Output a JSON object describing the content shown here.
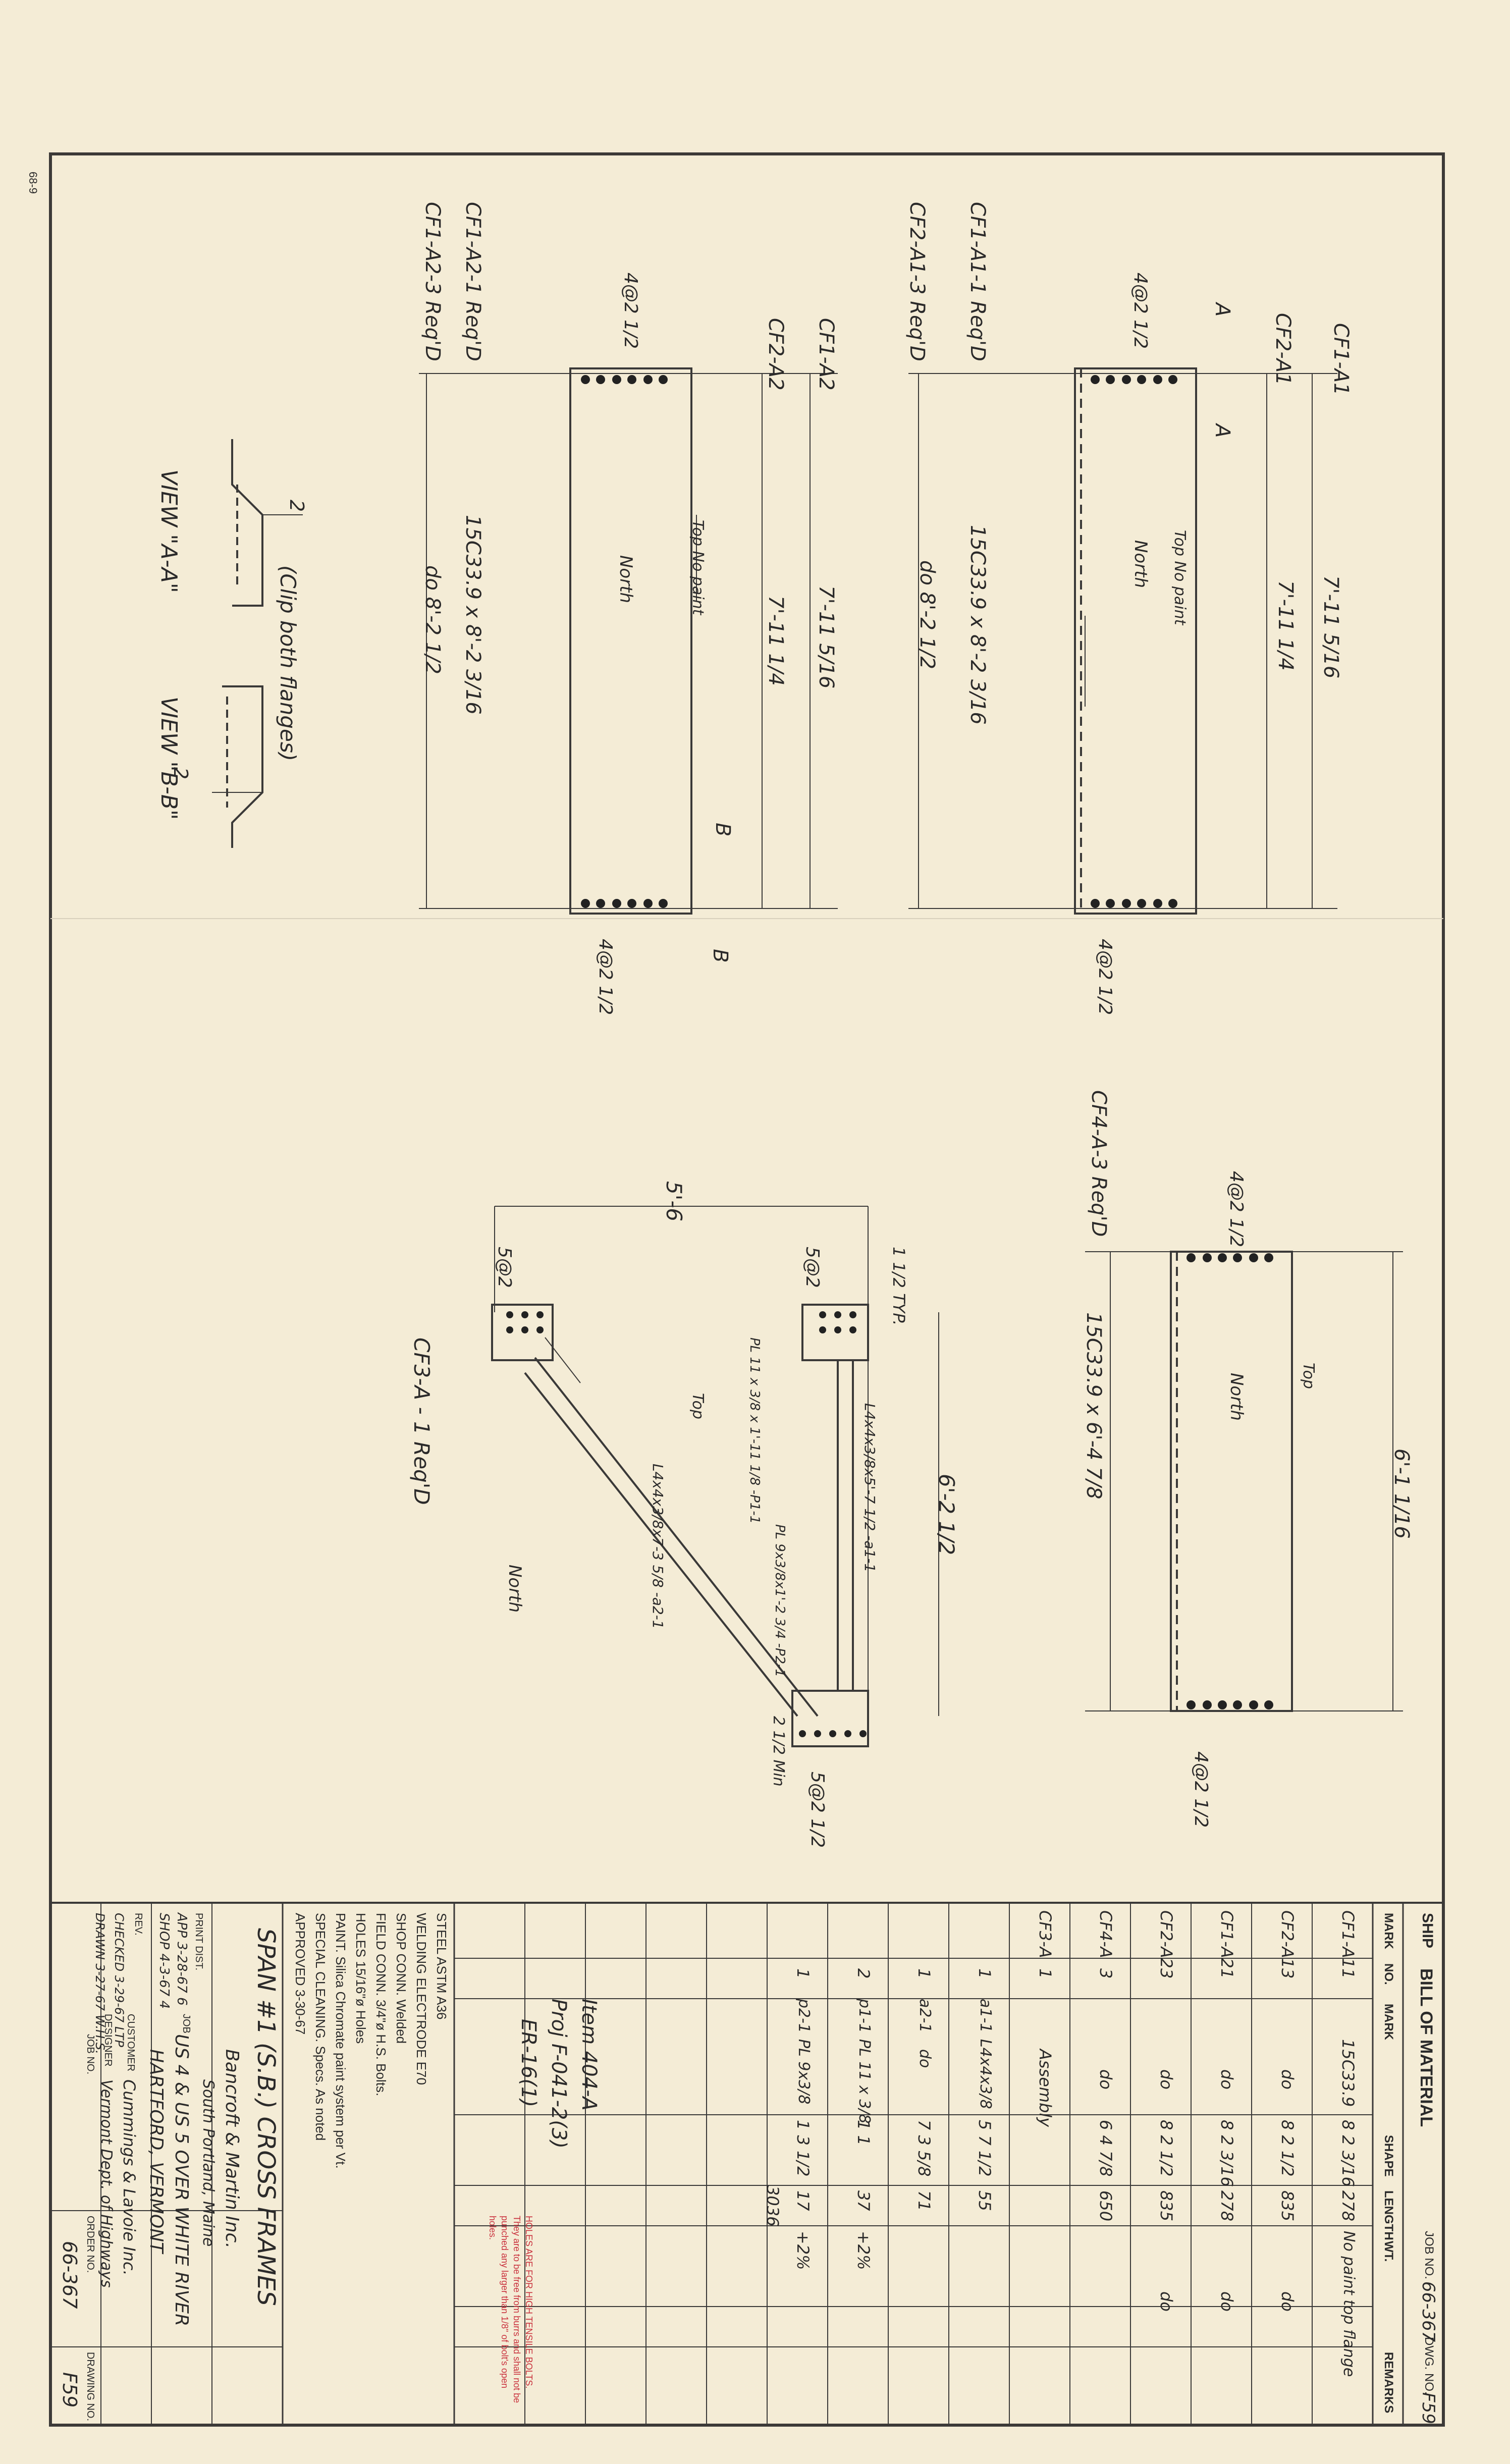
{
  "corner_tag": "68-9",
  "views": {
    "cf1": {
      "mark_a1": "CF1-A1",
      "mark_a2": "CF2-A1",
      "note_reqd": "CF1-A1-1 Req'D",
      "note_reqd3": "CF2-A1-3 Req'D",
      "length_top": "7'-11 5/16",
      "length_mid": "7'-11 1/4",
      "shape": "15C33.9 x 8'-2 3/16",
      "shape_do": "do  8'-2 1/2",
      "top_note": "Top No paint",
      "north": "North",
      "bolt_left": "4@2 1/2",
      "bolt_right": "4@2 1/2",
      "sec_a": "A",
      "sec_a2": "A"
    },
    "cf2": {
      "mark_a": "CF1-A2",
      "mark_b": "CF2-A2",
      "note_reqd": "CF1-A2-1 Req'D",
      "note_reqd3": "CF1-A2-3 Req'D",
      "length_top": "7'-11 5/16",
      "length_mid": "7'-11 1/4",
      "shape": "15C33.9 x 8'-2 3/16",
      "shape_do": "do  8'-2 1/2",
      "top_note": "Top No paint",
      "north": "North",
      "bolt_left": "4@2 1/2",
      "bolt_right": "4@2 1/2",
      "sec_b": "B",
      "sec_b2": "B"
    },
    "view_a": {
      "label": "VIEW \"A-A\"",
      "clip": "(Clip both flanges)",
      "dim": "2"
    },
    "view_b": {
      "label": "VIEW \"B-B\"",
      "dim": "2"
    },
    "cf4": {
      "note": "CF4-A-3 Req'D",
      "length": "6'-1 1/16",
      "shape": "15C33.9 x 6'-4 7/8",
      "north": "North",
      "top_note": "Top",
      "bolt_top": "4@2 1/2",
      "bolt_bot": "4@2 1/2"
    },
    "cf3": {
      "note": "CF3-A - 1 Req'D",
      "width": "5'-6",
      "height": "6'-2 1/2",
      "bolt_a": "5@2",
      "bolt_b": "5@2",
      "bolt_c": "5@2 1/2",
      "typ": "1 1/2 TYP.",
      "min": "2 1/2 Min",
      "angle1": "L4x4x3/8x5'-7 1/2 -a1-1",
      "angle2": "L4x4x3/8x7-3 5/8 -a2-1",
      "plate1": "PL 11 x 3/8 x 1'-11 1/8 -P1-1",
      "plate2": "PL 9x3/8x1'-2 3/4 -P2-1",
      "north": "North",
      "top": "Top"
    }
  },
  "bom": {
    "title": "BILL OF MATERIAL",
    "ship_label": "SHIP",
    "job_no_label": "JOB NO.",
    "job_no": "66-367",
    "dwg_no_label": "DWG. NO.",
    "dwg_no": "F59",
    "headers": [
      "MARK",
      "NO.",
      "MARK",
      "SHAPE",
      "LENGTH",
      "WT.",
      "REMARKS"
    ],
    "rows": [
      [
        "CF1-A1",
        "1",
        "",
        "15C33.9",
        "8  2 3/16",
        "278",
        "No paint top flange"
      ],
      [
        "CF2-A1",
        "3",
        "",
        "do",
        "8  2 1/2",
        "835",
        "do"
      ],
      [
        "CF1-A2",
        "1",
        "",
        "do",
        "8  2 3/16",
        "278",
        "do"
      ],
      [
        "CF2-A2",
        "3",
        "",
        "do",
        "8  2 1/2",
        "835",
        "do"
      ],
      [
        "CF4-A",
        "3",
        "",
        "do",
        "6  4 7/8",
        "650",
        ""
      ],
      [
        "CF3-A",
        "1",
        "",
        "Assembly",
        "",
        "",
        ""
      ],
      [
        "",
        "1",
        "a1-1",
        "L4x4x3/8",
        "5  7 1/2",
        "55",
        ""
      ],
      [
        "",
        "1",
        "a2-1",
        "do",
        "7  3 5/8",
        "71",
        ""
      ],
      [
        "",
        "2",
        "p1-1",
        "PL 11 x 3/8",
        "1  1",
        "37",
        "+2%"
      ],
      [
        "",
        "1",
        "p2-1",
        "PL 9x3/8",
        "1  3 1/2",
        "17",
        "+2%"
      ]
    ],
    "total": "3036",
    "item": "Item 404-A",
    "proj": "Proj F-041-2(3)",
    "er": "ER-16(1)",
    "red_note": "HOLES ARE FOR HIGH TENSILE BOLTS. They are to be free from burrs and shall not be punched any larger than 1/8\" of bolt's open holes."
  },
  "specs": {
    "steel": "STEEL  ASTM  A36",
    "electrode": "WELDING ELECTRODE  E70",
    "shop": "SHOP CONN.  Welded",
    "field": "FIELD CONN.  3/4\"ø H.S. Bolts.",
    "holes": "HOLES  15/16\"ø Holes",
    "paint": "PAINT.  Silica Chromate paint system per Vt.",
    "cleaning": "SPECIAL CLEANING.  Specs. As noted",
    "approved": "APPROVED  3-30-67"
  },
  "title_block": {
    "title": "SPAN #1 (S.B.) CROSS FRAMES",
    "firm": "Bancroft & Martin Inc.",
    "firm_loc": "South Portland, Maine",
    "job_label": "JOB",
    "job_line1": "US 4 & US 5 OVER WHITE RIVER",
    "job_line2": "HARTFORD, VERMONT",
    "customer_label": "CUSTOMER",
    "customer": "Cummings & Lavoie Inc.",
    "designer_label": "DESIGNER",
    "designer": "Vermont Dept. of Highways",
    "order_label": "ORDER NO.",
    "drawing_label": "DRAWING NO.",
    "job_no_label": "JOB NO.",
    "job_no": "66-367",
    "drawing_no": "F59",
    "print_dist": "PRINT DIST.",
    "app_row": "APP  3-28-67  6",
    "shop_row": "SHOP  4-3-67  4",
    "rev": "REV.",
    "checked": "CHECKED  3-29-67  LTP",
    "drawn": "DRAWN  3-27-67  W.H.S."
  }
}
